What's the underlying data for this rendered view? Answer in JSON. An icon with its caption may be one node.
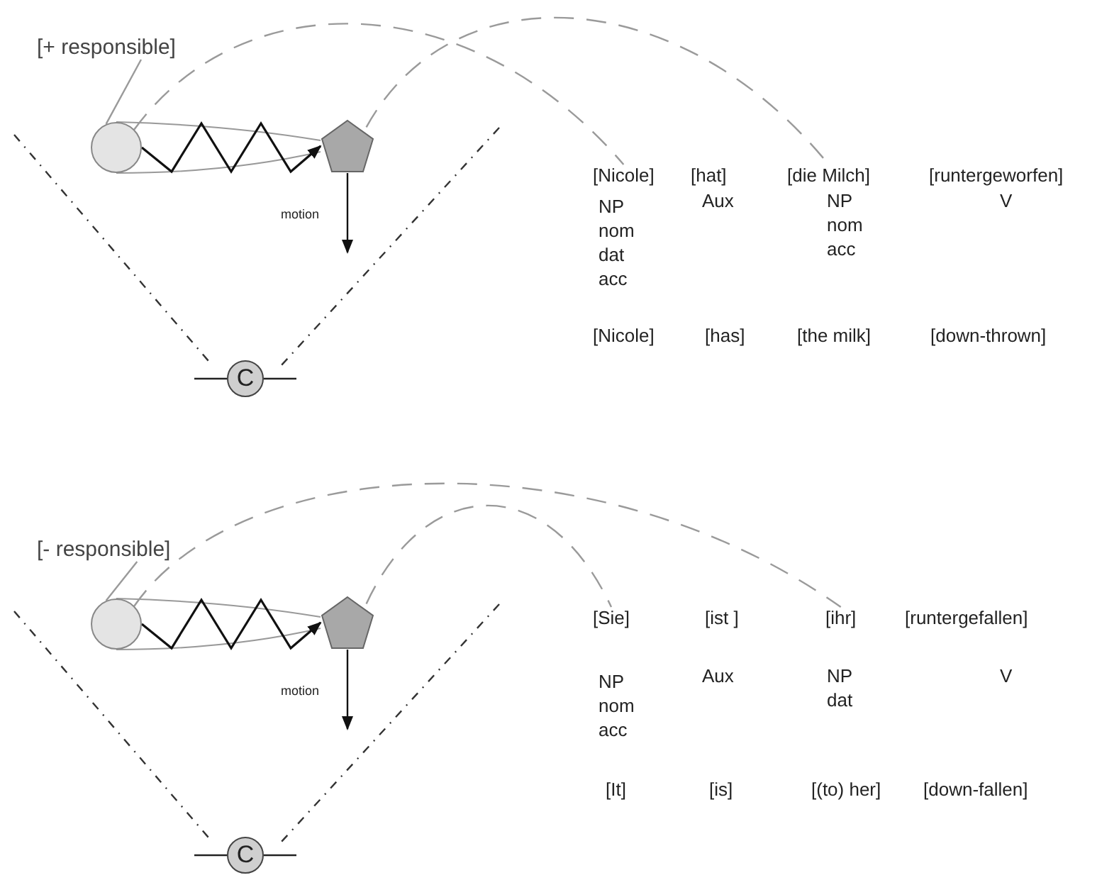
{
  "diagram": {
    "nodes": [
      {
        "text": [
          "[+ responsible]"
        ]
      },
      {
        "text": [],
        "shape": "circle"
      },
      {
        "text": [],
        "shape": "pentagon"
      },
      {
        "text": [
          "C"
        ]
      },
      {
        "text": [
          "[Nicole]"
        ]
      },
      {
        "text": [
          "[hat]"
        ]
      },
      {
        "text": [
          "[die Milch]"
        ]
      },
      {
        "text": [
          "[runtergeworfen]"
        ]
      },
      {
        "text": [
          "[- responsible]"
        ]
      },
      {
        "text": [],
        "shape": "circle"
      },
      {
        "text": [],
        "shape": "pentagon"
      },
      {
        "text": [
          "C"
        ]
      },
      {
        "text": [
          "[Sie]"
        ]
      },
      {
        "text": [
          "[ist ]"
        ]
      },
      {
        "text": [
          "[ihr]"
        ]
      },
      {
        "text": [
          "[runtergefallen]"
        ]
      }
    ],
    "edges": [
      {
        "from": 0,
        "to": 1,
        "arrow": "none"
      },
      {
        "from": 1,
        "to": 2,
        "arrow": "to",
        "color": "#111111"
      },
      {
        "from": 2,
        "to": null,
        "arrow": "to",
        "label": "motion",
        "color": "#111111"
      },
      {
        "from": 1,
        "to": 4,
        "arrow": "none",
        "style": "dashed"
      },
      {
        "from": 2,
        "to": 6,
        "arrow": "none",
        "style": "dashed"
      },
      {
        "from": 8,
        "to": 9,
        "arrow": "none"
      },
      {
        "from": 9,
        "to": 10,
        "arrow": "to",
        "color": "#111111"
      },
      {
        "from": 10,
        "to": null,
        "arrow": "to",
        "label": "motion",
        "color": "#111111"
      },
      {
        "from": 9,
        "to": 14,
        "arrow": "none",
        "style": "dashed"
      },
      {
        "from": 10,
        "to": 12,
        "arrow": "none",
        "style": "dashed"
      }
    ],
    "labels": [
      "NP",
      "nom",
      "dat",
      "acc",
      "Aux",
      "NP",
      "nom",
      "acc",
      "V",
      "[Nicole]",
      "[has]",
      "[the milk]",
      "[down-thrown]",
      "NP",
      "nom",
      "acc",
      "Aux",
      "NP",
      "dat",
      "V",
      "[It]",
      "[is]",
      "[(to) her]",
      "[down-fallen]"
    ]
  }
}
